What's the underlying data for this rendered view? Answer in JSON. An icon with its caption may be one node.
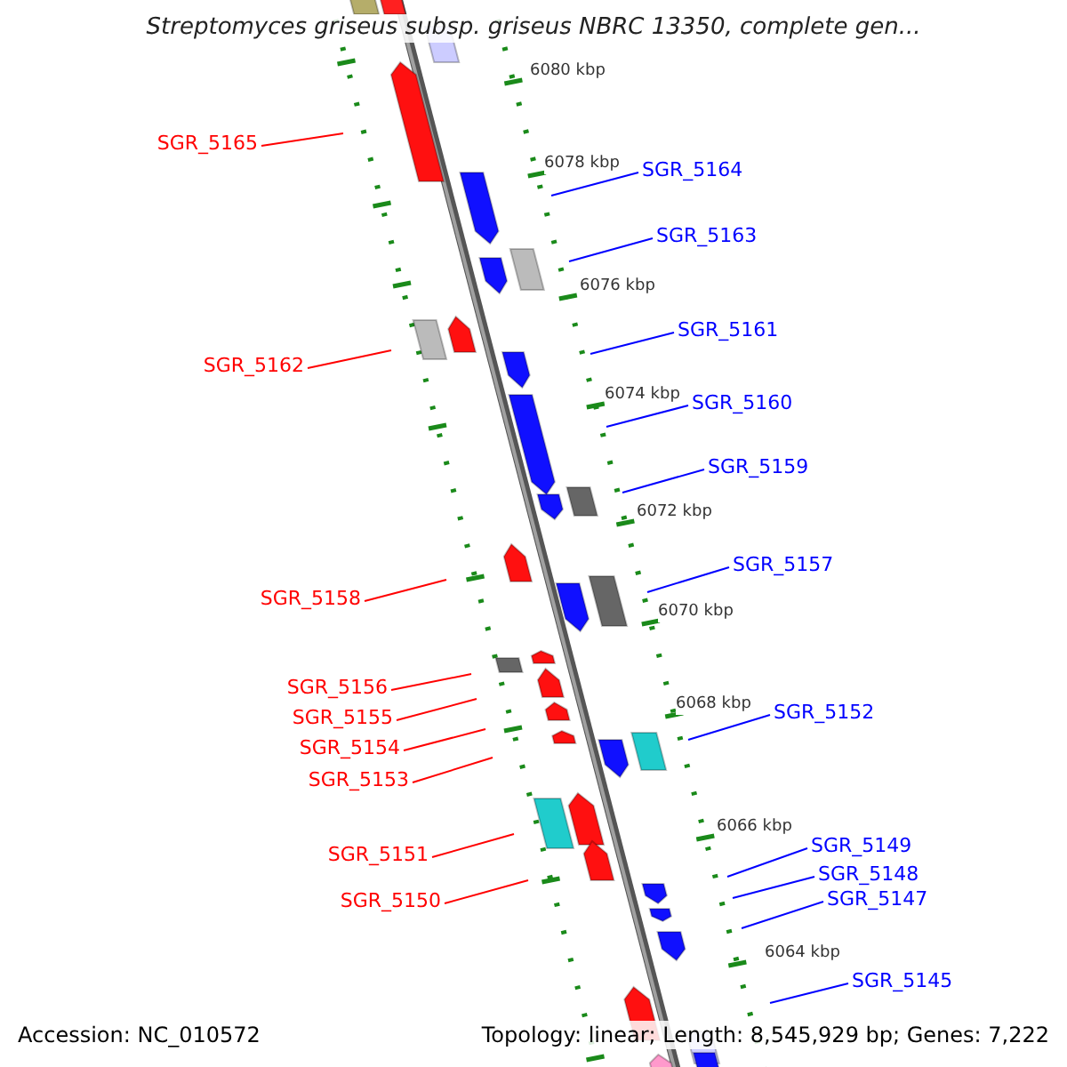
{
  "diagram": {
    "title": "Streptomyces griseus subsp. griseus NBRC 13350, complete gen...",
    "nodes": [
      {
        "text": [
          "SGR_5165"
        ]
      },
      {
        "text": [
          "SGR_5164"
        ]
      },
      {
        "text": [
          "SGR_5163"
        ]
      },
      {
        "text": [
          "SGR_5161"
        ]
      },
      {
        "text": [
          "SGR_5162"
        ]
      },
      {
        "text": [
          "SGR_5160"
        ]
      },
      {
        "text": [
          "SGR_5159"
        ]
      },
      {
        "text": [
          "SGR_5157"
        ]
      },
      {
        "text": [
          "SGR_5158"
        ]
      },
      {
        "text": [
          "SGR_5156"
        ]
      },
      {
        "text": [
          "SGR_5152"
        ]
      },
      {
        "text": [
          "SGR_5155"
        ]
      },
      {
        "text": [
          "SGR_5154"
        ]
      },
      {
        "text": [
          "SGR_5153"
        ]
      },
      {
        "text": [
          "SGR_5149"
        ]
      },
      {
        "text": [
          "SGR_5151"
        ]
      },
      {
        "text": [
          "SGR_5148"
        ]
      },
      {
        "text": [
          "SGR_5147"
        ]
      },
      {
        "text": [
          "SGR_5150"
        ]
      },
      {
        "text": [
          "SGR_5145"
        ]
      }
    ],
    "edges": [
      {
        "from": 0,
        "to": null,
        "arrow": "none",
        "color": "#ff0000"
      },
      {
        "from": 1,
        "to": null,
        "arrow": "none"
      },
      {
        "from": 2,
        "to": null,
        "arrow": "none"
      },
      {
        "from": 3,
        "to": null,
        "arrow": "none"
      },
      {
        "from": 4,
        "to": null,
        "arrow": "none",
        "color": "#ff0000"
      },
      {
        "from": 5,
        "to": null,
        "arrow": "none"
      },
      {
        "from": 6,
        "to": null,
        "arrow": "none"
      },
      {
        "from": 7,
        "to": null,
        "arrow": "none"
      },
      {
        "from": 8,
        "to": null,
        "arrow": "none",
        "color": "#ff0000"
      },
      {
        "from": 9,
        "to": null,
        "arrow": "none",
        "color": "#ff0000"
      },
      {
        "from": 10,
        "to": null,
        "arrow": "none"
      },
      {
        "from": 11,
        "to": null,
        "arrow": "none",
        "color": "#ff0000"
      },
      {
        "from": 12,
        "to": null,
        "arrow": "none",
        "color": "#ff0000"
      },
      {
        "from": 13,
        "to": null,
        "arrow": "none",
        "color": "#ff0000"
      },
      {
        "from": 14,
        "to": null,
        "arrow": "none"
      },
      {
        "from": 15,
        "to": null,
        "arrow": "none",
        "color": "#ff0000"
      },
      {
        "from": 16,
        "to": null,
        "arrow": "none"
      },
      {
        "from": 17,
        "to": null,
        "arrow": "none"
      },
      {
        "from": 18,
        "to": null,
        "arrow": "none",
        "color": "#ff0000"
      },
      {
        "from": 19,
        "to": null,
        "arrow": "none"
      }
    ],
    "labels": [
      "6080 kbp",
      "6078 kbp",
      "6076 kbp",
      "6074 kbp",
      "6072 kbp",
      "6070 kbp",
      "6068 kbp",
      "6066 kbp",
      "6064 kbp",
      "Accession: NC_010572",
      "Topology: linear; Length: 8,545,929 bp; Genes: 7,222"
    ]
  }
}
